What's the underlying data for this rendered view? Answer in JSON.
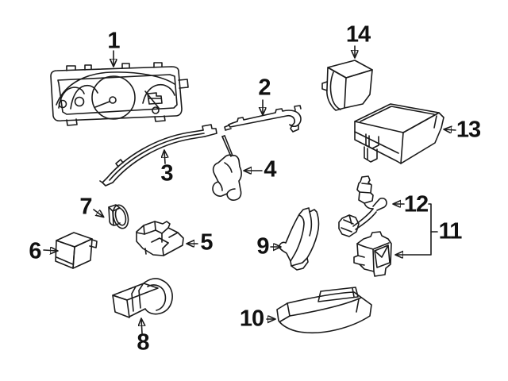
{
  "diagram": {
    "callouts": [
      {
        "label": "1"
      },
      {
        "label": "2"
      },
      {
        "label": "3"
      },
      {
        "label": "4"
      },
      {
        "label": "5"
      },
      {
        "label": "6"
      },
      {
        "label": "7"
      },
      {
        "label": "8"
      },
      {
        "label": "9"
      },
      {
        "label": "10"
      },
      {
        "label": "11"
      },
      {
        "label": "12"
      },
      {
        "label": "13"
      },
      {
        "label": "14"
      }
    ]
  },
  "colors": {
    "line": "#1a1a1a",
    "background": "#ffffff"
  }
}
